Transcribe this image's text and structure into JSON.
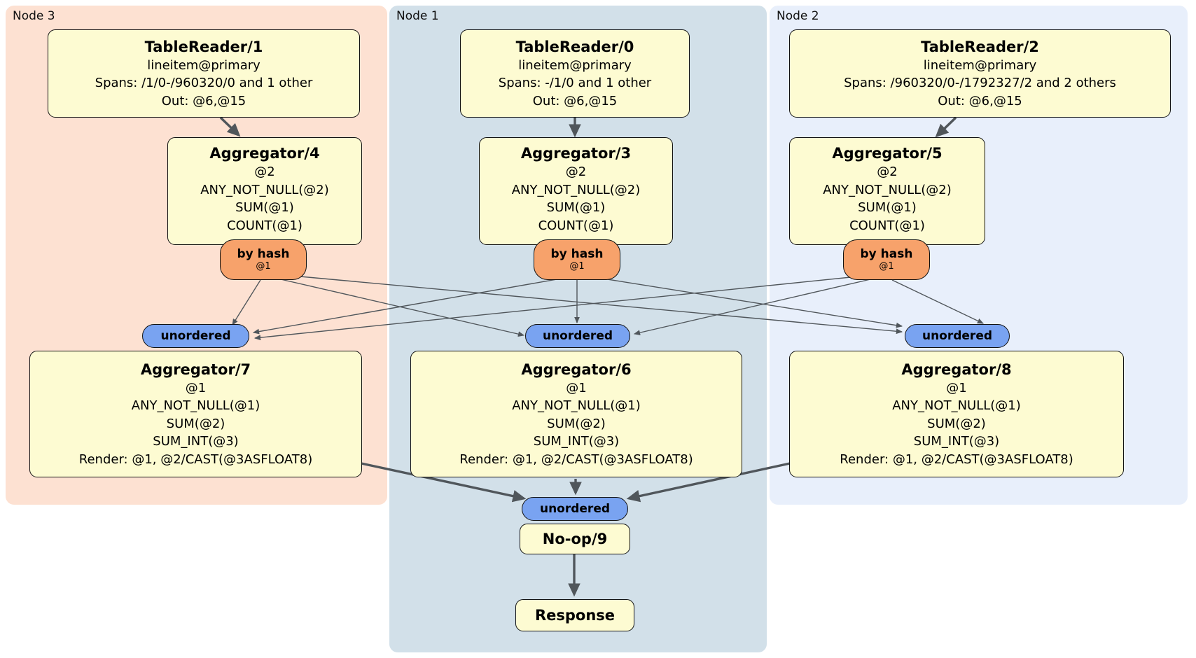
{
  "regions": {
    "node3": {
      "label": "Node 3",
      "bg": "#fde1d2"
    },
    "node1": {
      "label": "Node 1",
      "bg": "#d2e0e9"
    },
    "node2": {
      "label": "Node 2",
      "bg": "#e8effb"
    }
  },
  "processors": {
    "tr1": {
      "title": "TableReader/1",
      "lines": [
        "lineitem@primary",
        "Spans: /1/0-/960320/0 and 1 other",
        "Out: @6,@15"
      ]
    },
    "tr0": {
      "title": "TableReader/0",
      "lines": [
        "lineitem@primary",
        "Spans: -/1/0 and 1 other",
        "Out: @6,@15"
      ]
    },
    "tr2": {
      "title": "TableReader/2",
      "lines": [
        "lineitem@primary",
        "Spans: /960320/0-/1792327/2 and 2 others",
        "Out: @6,@15"
      ]
    },
    "agg4": {
      "title": "Aggregator/4",
      "lines": [
        "@2",
        "ANY_NOT_NULL(@2)",
        "SUM(@1)",
        "COUNT(@1)"
      ]
    },
    "agg3": {
      "title": "Aggregator/3",
      "lines": [
        "@2",
        "ANY_NOT_NULL(@2)",
        "SUM(@1)",
        "COUNT(@1)"
      ]
    },
    "agg5": {
      "title": "Aggregator/5",
      "lines": [
        "@2",
        "ANY_NOT_NULL(@2)",
        "SUM(@1)",
        "COUNT(@1)"
      ]
    },
    "agg7": {
      "title": "Aggregator/7",
      "lines": [
        "@1",
        "ANY_NOT_NULL(@1)",
        "SUM(@2)",
        "SUM_INT(@3)",
        "Render: @1, @2/CAST(@3ASFLOAT8)"
      ]
    },
    "agg6": {
      "title": "Aggregator/6",
      "lines": [
        "@1",
        "ANY_NOT_NULL(@1)",
        "SUM(@2)",
        "SUM_INT(@3)",
        "Render: @1, @2/CAST(@3ASFLOAT8)"
      ]
    },
    "agg8": {
      "title": "Aggregator/8",
      "lines": [
        "@1",
        "ANY_NOT_NULL(@1)",
        "SUM(@2)",
        "SUM_INT(@3)",
        "Render: @1, @2/CAST(@3ASFLOAT8)"
      ]
    },
    "noop": {
      "title": "No-op/9"
    },
    "response": {
      "title": "Response"
    }
  },
  "routers": {
    "hash4": {
      "label": "by hash",
      "detail": "@1"
    },
    "hash3": {
      "label": "by hash",
      "detail": "@1"
    },
    "hash5": {
      "label": "by hash",
      "detail": "@1"
    }
  },
  "syncs": {
    "unordered3": {
      "label": "unordered"
    },
    "unordered1": {
      "label": "unordered"
    },
    "unordered2": {
      "label": "unordered"
    },
    "unordered_final": {
      "label": "unordered"
    }
  },
  "colors": {
    "region_node3": "#fde1d2",
    "region_node1": "#d2e0e9",
    "region_node2": "#e8effb",
    "processor_fill": "#fdfbd2",
    "router_fill": "#f7a26b",
    "sync_fill": "#79a3f1",
    "edge": "#50565b",
    "border": "#111111",
    "page_bg": "#ffffff"
  }
}
